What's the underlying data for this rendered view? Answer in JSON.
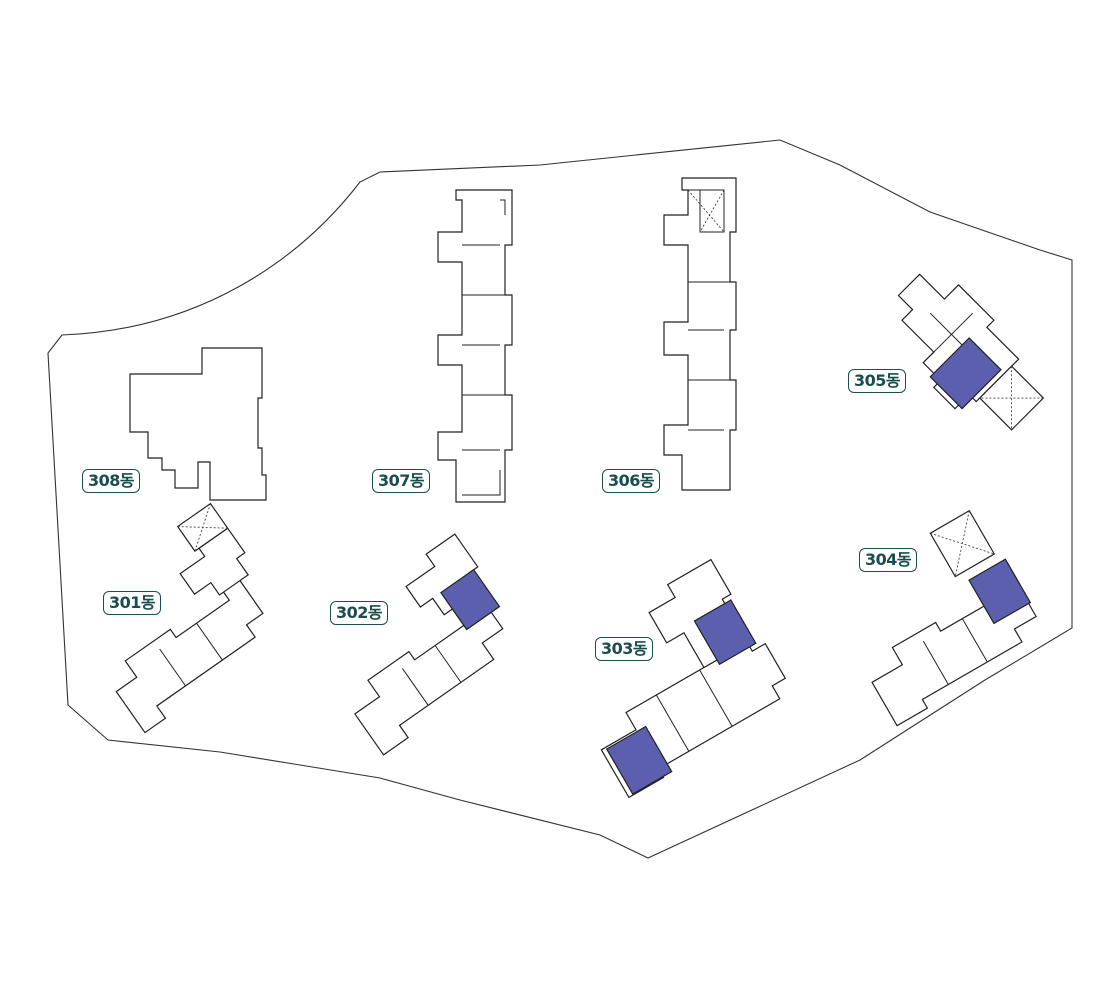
{
  "colors": {
    "highlight": "#5b5fae",
    "label": "#1b4d4d",
    "outline": "#222222"
  },
  "buildings": [
    {
      "id": "308",
      "label": "308동"
    },
    {
      "id": "307",
      "label": "307동"
    },
    {
      "id": "306",
      "label": "306동"
    },
    {
      "id": "305",
      "label": "305동"
    },
    {
      "id": "301",
      "label": "301동"
    },
    {
      "id": "302",
      "label": "302동"
    },
    {
      "id": "303",
      "label": "303동"
    },
    {
      "id": "304",
      "label": "304동"
    }
  ]
}
